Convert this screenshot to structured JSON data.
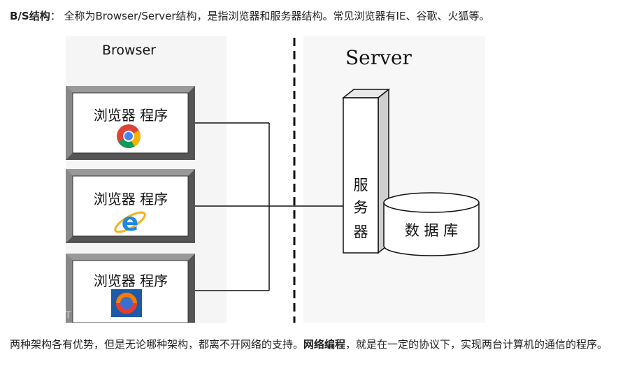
{
  "intro": {
    "term": "B/S结构",
    "colon": "：",
    "text": "全称为Browser/Server结构，是指浏览器和服务器结构。常见浏览器有IE、谷歌、火狐等。"
  },
  "diagram": {
    "browser_title": "Browser",
    "server_title": "Server",
    "clients": [
      {
        "label": "浏览器 程序",
        "icon": "chrome-icon"
      },
      {
        "label": "浏览器 程序",
        "icon": "ie-icon"
      },
      {
        "label": "浏览器 程序",
        "icon": "firefox-icon"
      }
    ],
    "server_label": [
      "服",
      "务",
      "器"
    ],
    "database_label": "数 据 库",
    "watermark": "IT"
  },
  "outro": {
    "text_before": "两种架构各有优势，但是无论哪种架构，都离不开网络的支持。",
    "bold": "网络编程",
    "text_after": "，就是在一定的协议下，实现两台计算机的通信的程序。"
  }
}
